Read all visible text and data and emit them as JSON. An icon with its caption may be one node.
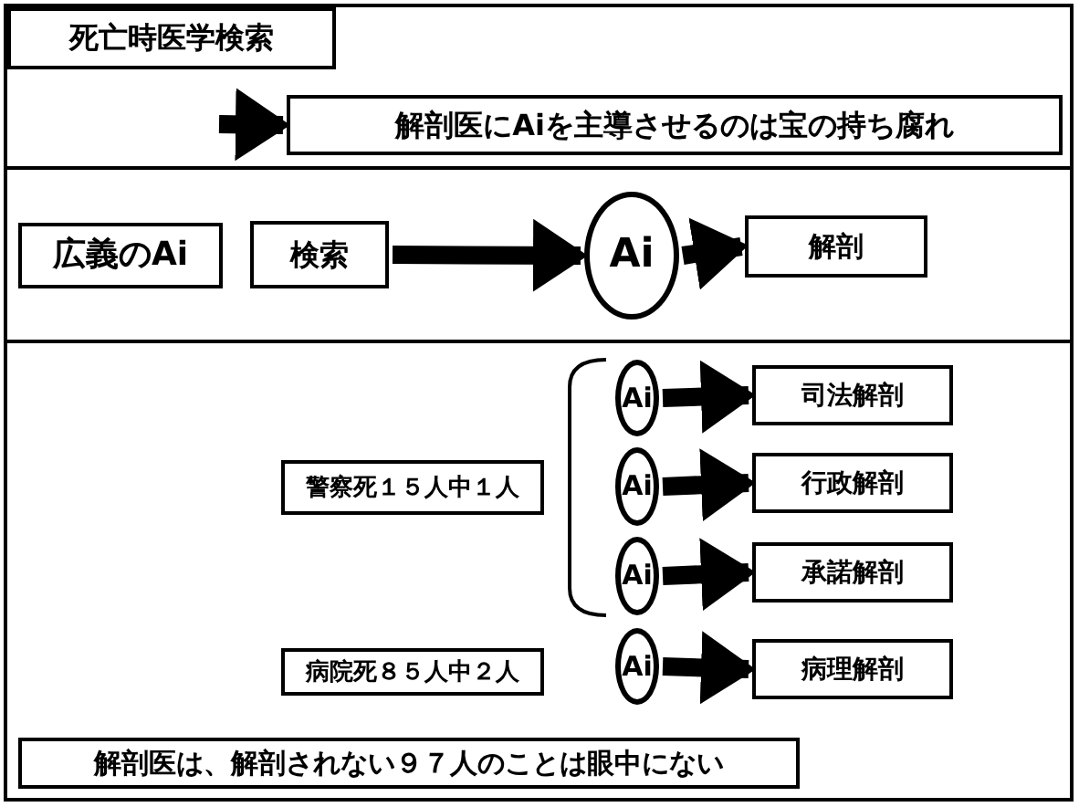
{
  "diagram": {
    "nodes": [
      {
        "text": [
          "死亡時医学検索"
        ]
      },
      {
        "text": [
          "解剖医にAiを主導させるのは宝の持ち腐れ"
        ]
      },
      {
        "text": [
          "広義のAi"
        ]
      },
      {
        "text": [
          "検索"
        ]
      },
      {
        "text": [
          "Ai"
        ]
      },
      {
        "text": [
          "解剖"
        ]
      },
      {
        "text": [
          "警察死１５人中１人"
        ]
      },
      {
        "text": [
          "Ai"
        ]
      },
      {
        "text": [
          "Ai"
        ]
      },
      {
        "text": [
          "Ai"
        ]
      },
      {
        "text": [
          "病院死８５人中２人"
        ]
      },
      {
        "text": [
          "Ai"
        ]
      },
      {
        "text": [
          "司法解剖"
        ]
      },
      {
        "text": [
          "行政解剖"
        ]
      },
      {
        "text": [
          "承諾解剖"
        ]
      },
      {
        "text": [
          "病理解剖"
        ]
      },
      {
        "text": [
          "解剖医は、解剖されない９７人のことは眼中にない"
        ]
      }
    ],
    "edges": [
      {
        "from": null,
        "to": 1,
        "arrow": "to"
      },
      {
        "from": 3,
        "to": 4,
        "arrow": "to"
      },
      {
        "from": 4,
        "to": 5,
        "arrow": "to"
      },
      {
        "from": 7,
        "to": 12,
        "arrow": "to"
      },
      {
        "from": 8,
        "to": 13,
        "arrow": "to"
      },
      {
        "from": 9,
        "to": 14,
        "arrow": "to"
      },
      {
        "from": 11,
        "to": 15,
        "arrow": "to"
      }
    ]
  }
}
